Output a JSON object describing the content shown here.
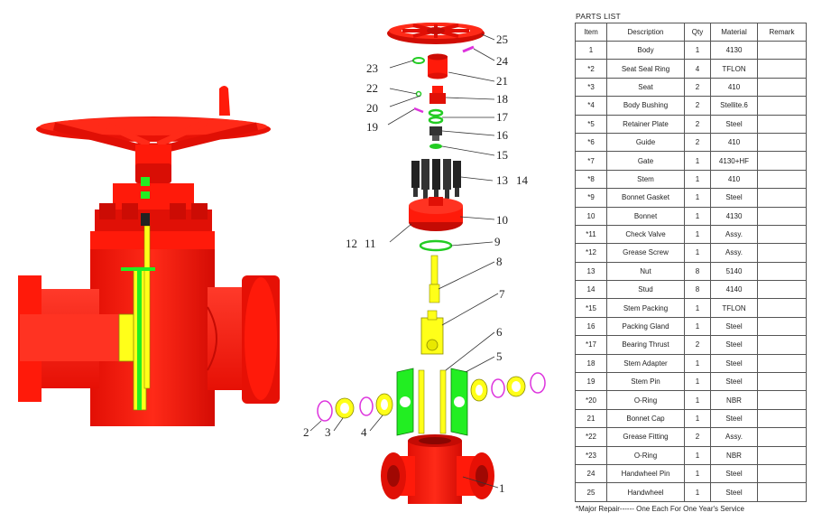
{
  "parts_list": {
    "title": "PARTS LIST",
    "headers": [
      "Item",
      "Description",
      "Qty",
      "Material",
      "Remark"
    ],
    "rows": [
      {
        "item": "1",
        "description": "Body",
        "qty": "1",
        "material": "4130",
        "remark": ""
      },
      {
        "item": "*2",
        "description": "Seat Seal Ring",
        "qty": "4",
        "material": "TFLON",
        "remark": ""
      },
      {
        "item": "*3",
        "description": "Seat",
        "qty": "2",
        "material": "410",
        "remark": ""
      },
      {
        "item": "*4",
        "description": "Body Bushing",
        "qty": "2",
        "material": "Stellite.6",
        "remark": ""
      },
      {
        "item": "*5",
        "description": "Retainer Plate",
        "qty": "2",
        "material": "Steel",
        "remark": ""
      },
      {
        "item": "*6",
        "description": "Guide",
        "qty": "2",
        "material": "410",
        "remark": ""
      },
      {
        "item": "*7",
        "description": "Gate",
        "qty": "1",
        "material": "4130+HF",
        "remark": ""
      },
      {
        "item": "*8",
        "description": "Stem",
        "qty": "1",
        "material": "410",
        "remark": ""
      },
      {
        "item": "*9",
        "description": "Bonnet Gasket",
        "qty": "1",
        "material": "Steel",
        "remark": ""
      },
      {
        "item": "10",
        "description": "Bonnet",
        "qty": "1",
        "material": "4130",
        "remark": ""
      },
      {
        "item": "*11",
        "description": "Check Valve",
        "qty": "1",
        "material": "Assy.",
        "remark": ""
      },
      {
        "item": "*12",
        "description": "Grease Screw",
        "qty": "1",
        "material": "Assy.",
        "remark": ""
      },
      {
        "item": "13",
        "description": "Nut",
        "qty": "8",
        "material": "5140",
        "remark": ""
      },
      {
        "item": "14",
        "description": "Stud",
        "qty": "8",
        "material": "4140",
        "remark": ""
      },
      {
        "item": "*15",
        "description": "Stem Packing",
        "qty": "1",
        "material": "TFLON",
        "remark": ""
      },
      {
        "item": "16",
        "description": "Packing Gland",
        "qty": "1",
        "material": "Steel",
        "remark": ""
      },
      {
        "item": "*17",
        "description": "Bearing Thrust",
        "qty": "2",
        "material": "Steel",
        "remark": ""
      },
      {
        "item": "18",
        "description": "Stem Adapter",
        "qty": "1",
        "material": "Steel",
        "remark": ""
      },
      {
        "item": "19",
        "description": "Stem Pin",
        "qty": "1",
        "material": "Steel",
        "remark": ""
      },
      {
        "item": "*20",
        "description": "O-Ring",
        "qty": "1",
        "material": "NBR",
        "remark": ""
      },
      {
        "item": "21",
        "description": "Bonnet Cap",
        "qty": "1",
        "material": "Steel",
        "remark": ""
      },
      {
        "item": "*22",
        "description": "Grease Fitting",
        "qty": "2",
        "material": "Assy.",
        "remark": ""
      },
      {
        "item": "*23",
        "description": "O-Ring",
        "qty": "1",
        "material": "NBR",
        "remark": ""
      },
      {
        "item": "24",
        "description": "Handwheel Pin",
        "qty": "1",
        "material": "Steel",
        "remark": ""
      },
      {
        "item": "25",
        "description": "Handwheel",
        "qty": "1",
        "material": "Steel",
        "remark": ""
      }
    ],
    "footnote": "*Major Repair------ One Each For One Year's Service"
  },
  "callouts": {
    "n1": "1",
    "n2": "2",
    "n3": "3",
    "n4": "4",
    "n5": "5",
    "n6": "6",
    "n7": "7",
    "n8": "8",
    "n9": "9",
    "n10": "10",
    "n11": "11",
    "n12": "12",
    "n13": "13",
    "n14": "14",
    "n15": "15",
    "n16": "16",
    "n17": "17",
    "n18": "18",
    "n19": "19",
    "n20": "20",
    "n21": "21",
    "n22": "22",
    "n23": "23",
    "n24": "24",
    "n25": "25"
  },
  "colors": {
    "body_red": "#ff1a0a",
    "dark_red": "#c80d05",
    "seat_yellow": "#ffff19",
    "plate_green": "#22ee22",
    "ring_magenta": "#dd33dd",
    "stud_black": "#222222"
  }
}
